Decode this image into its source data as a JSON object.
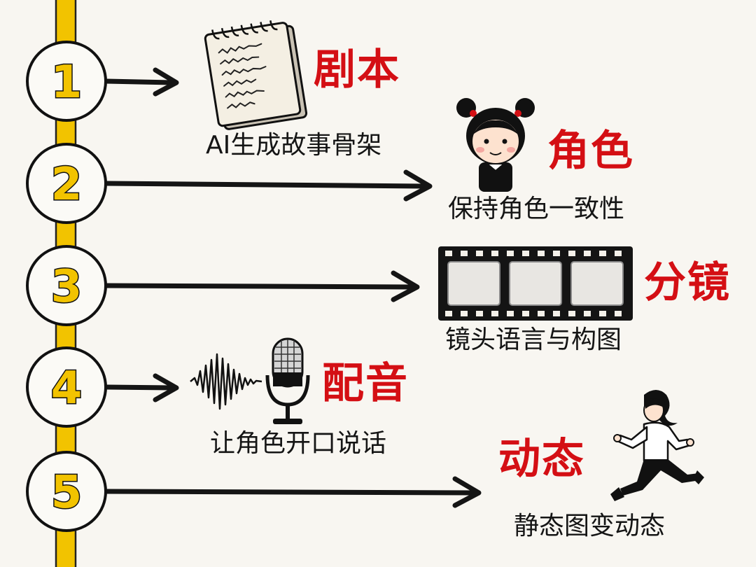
{
  "steps": [
    {
      "number": "1",
      "title": "剧本",
      "caption": "AI生成故事骨架",
      "icon": "notepad-icon"
    },
    {
      "number": "2",
      "title": "角色",
      "caption": "保持角色一致性",
      "icon": "girl-character-icon"
    },
    {
      "number": "3",
      "title": "分镜",
      "caption": "镜头语言与构图",
      "icon": "film-strip-icon"
    },
    {
      "number": "4",
      "title": "配音",
      "caption": "让角色开口说话",
      "icon": "microphone-icon"
    },
    {
      "number": "5",
      "title": "动态",
      "caption": "静态图变动态",
      "icon": "running-person-icon"
    }
  ],
  "colors": {
    "title": "#d40f14",
    "timeline": "#f2c300",
    "number": "#f2c300",
    "ink": "#111111",
    "background": "#f8f6f1"
  }
}
